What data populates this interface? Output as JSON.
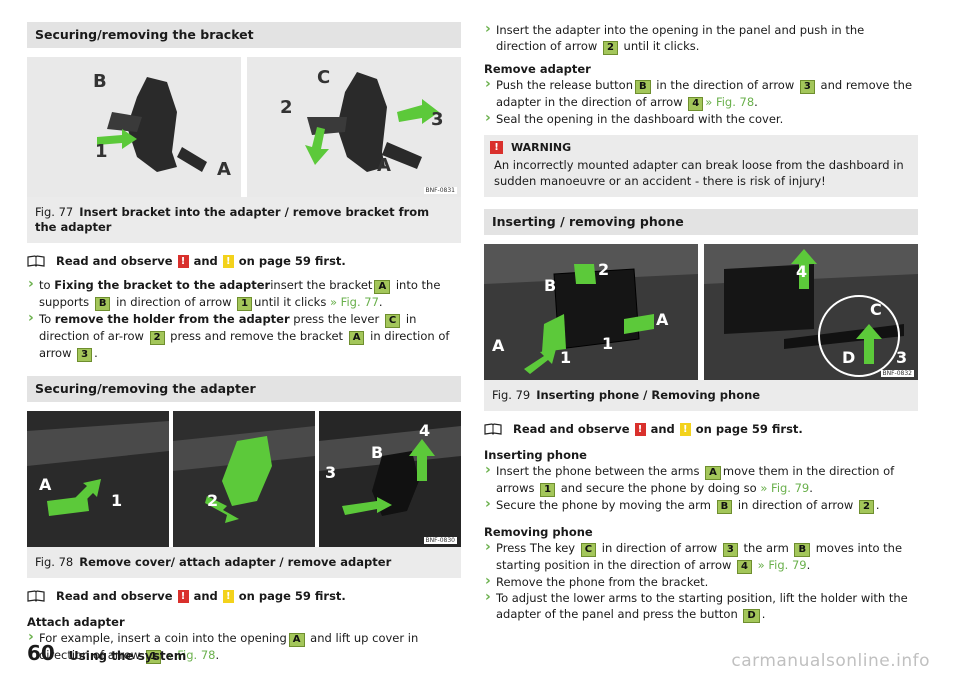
{
  "left": {
    "s1": {
      "title": "Securing/removing the bracket",
      "fig_num": "Fig. 77",
      "fig_title": "Insert bracket into the adapter / remove bracket from the adapter",
      "code": "BNF-0831",
      "rao_pre": "Read and observe",
      "rao_mid": "and",
      "rao_post": "on page 59 first.",
      "st1": {
        "a": "to ",
        "b": "Fixing the bracket to the adapter",
        "c": "insert the bracket",
        "k1": "A",
        "d": " into the supports ",
        "k2": "B",
        "e": " in direction of arrow ",
        "k3": "1",
        "f": "until it clicks ",
        "ref": "» Fig. 77",
        "g": "."
      },
      "st2": {
        "a": "To ",
        "b": "remove the holder from the adapter",
        "c": " press the lever ",
        "k1": "C",
        "d": " in direction of ar-row ",
        "k2": "2",
        "e": " press and remove the bracket ",
        "k3": "A",
        "f": " in direction of arrow ",
        "k4": "3",
        "g": "."
      }
    },
    "s2": {
      "title": "Securing/removing the adapter",
      "fig_num": "Fig. 78",
      "fig_title": "Remove cover/ attach adapter / remove adapter",
      "code": "BNF-0830",
      "rao_pre": "Read and observe",
      "rao_mid": "and",
      "rao_post": "on page 59 first.",
      "sub1": "Attach adapter",
      "st1": {
        "a": "For example, insert a coin into the opening",
        "k1": "A",
        "b": " and lift up cover in direction of arrow ",
        "k2": "1",
        "ref": " » Fig. 78",
        "c": "."
      }
    }
  },
  "right": {
    "st1": {
      "a": "Insert the adapter into the opening in the panel and push in the direction of arrow ",
      "k1": "2",
      "b": " until it clicks."
    },
    "sub_remove": "Remove adapter",
    "st2": {
      "a": "Push the release button",
      "k1": "B",
      "b": " in the direction of arrow ",
      "k2": "3",
      "c": " and remove the adapter in the direction of arrow ",
      "k3": "4",
      "ref": "» Fig. 78",
      "d": "."
    },
    "st3": "Seal the opening in the dashboard with the cover.",
    "warning": {
      "title": "WARNING",
      "text": "An incorrectly mounted adapter can break loose from the dashboard in sudden manoeuvre or an accident - there is risk of injury!"
    },
    "s3": {
      "title": "Inserting / removing phone",
      "fig_num": "Fig. 79",
      "fig_title": "Inserting phone / Removing phone",
      "code": "BNF-0832",
      "rao_pre": "Read and observe",
      "rao_mid": "and",
      "rao_post": "on page 59 first.",
      "sub_ins": "Inserting phone",
      "i1": {
        "a": "Insert the phone between the arms ",
        "k1": "A",
        "b": "move them in the direction of arrows ",
        "k2": "1",
        "c": " and secure the phone by doing so ",
        "ref": "» Fig. 79",
        "d": "."
      },
      "i2": {
        "a": "Secure the phone by moving the arm ",
        "k1": "B",
        "b": " in direction of arrow ",
        "k2": "2",
        "c": "."
      },
      "sub_rem": "Removing phone",
      "r1": {
        "a": "Press The key ",
        "k1": "C",
        "b": " in direction of arrow ",
        "k2": "3",
        "c": " the arm ",
        "k3": "B",
        "d": " moves into the starting position in the direction of arrow ",
        "k4": "4",
        "ref": " » Fig. 79",
        "e": "."
      },
      "r2": "Remove the phone from the bracket.",
      "r3": {
        "a": "To adjust the lower arms to the starting position, lift the holder with the adapter of the panel and press the button ",
        "k1": "D",
        "b": "."
      }
    }
  },
  "footer": {
    "page": "60",
    "title": "Using the system"
  },
  "watermark": "carmanualsonline.info",
  "warn_glyph": "!",
  "colors": {
    "key_green": "#a3c65a",
    "arrow_green": "#5cc93a",
    "ref_green": "#6ab04c",
    "warn_red": "#d9302c",
    "note_yellow": "#f3d21b"
  }
}
